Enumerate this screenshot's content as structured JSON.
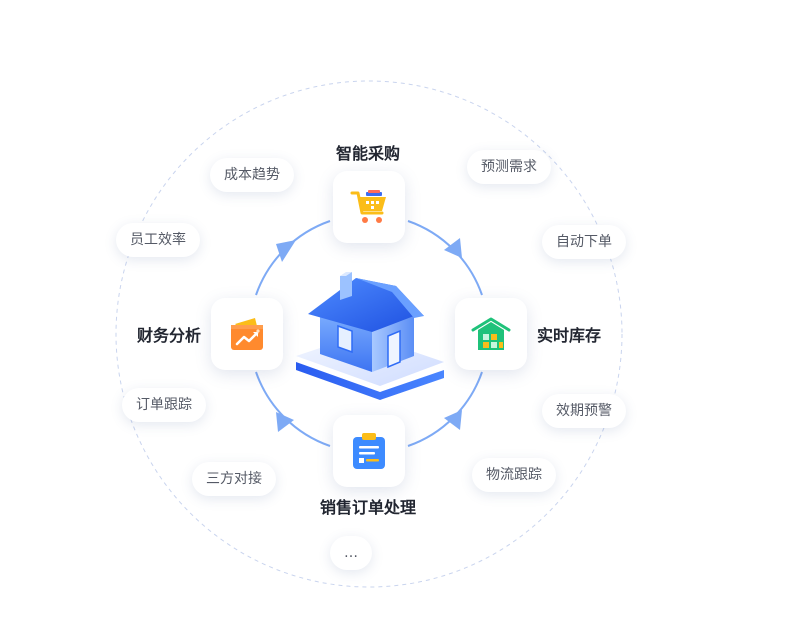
{
  "modules": [
    {
      "id": "purchase",
      "label": "智能采购",
      "icon": "shopping-cart-icon",
      "color": "#fbbd19"
    },
    {
      "id": "inventory",
      "label": "实时库存",
      "icon": "warehouse-icon",
      "color": "#1fc27a"
    },
    {
      "id": "sales",
      "label": "销售订单处理",
      "icon": "clipboard-icon",
      "color": "#3d8bff"
    },
    {
      "id": "finance",
      "label": "财务分析",
      "icon": "wallet-chart-icon",
      "color": "#ff8a2e"
    }
  ],
  "features": [
    {
      "id": "cost-trend",
      "label": "成本趋势"
    },
    {
      "id": "demand-forecast",
      "label": "预测需求"
    },
    {
      "id": "staff-efficiency",
      "label": "员工效率"
    },
    {
      "id": "auto-order",
      "label": "自动下单"
    },
    {
      "id": "order-tracking",
      "label": "订单跟踪"
    },
    {
      "id": "expiry-warning",
      "label": "效期预警"
    },
    {
      "id": "third-party",
      "label": "三方对接"
    },
    {
      "id": "logistics-tracking",
      "label": "物流跟踪"
    },
    {
      "id": "more",
      "label": "…"
    }
  ],
  "center_icon": "house-icon",
  "colors": {
    "cycle_arrow": "#7eaaf5",
    "outer_ring": "#c9d4ee",
    "house_blue": "#2f6cf6"
  }
}
